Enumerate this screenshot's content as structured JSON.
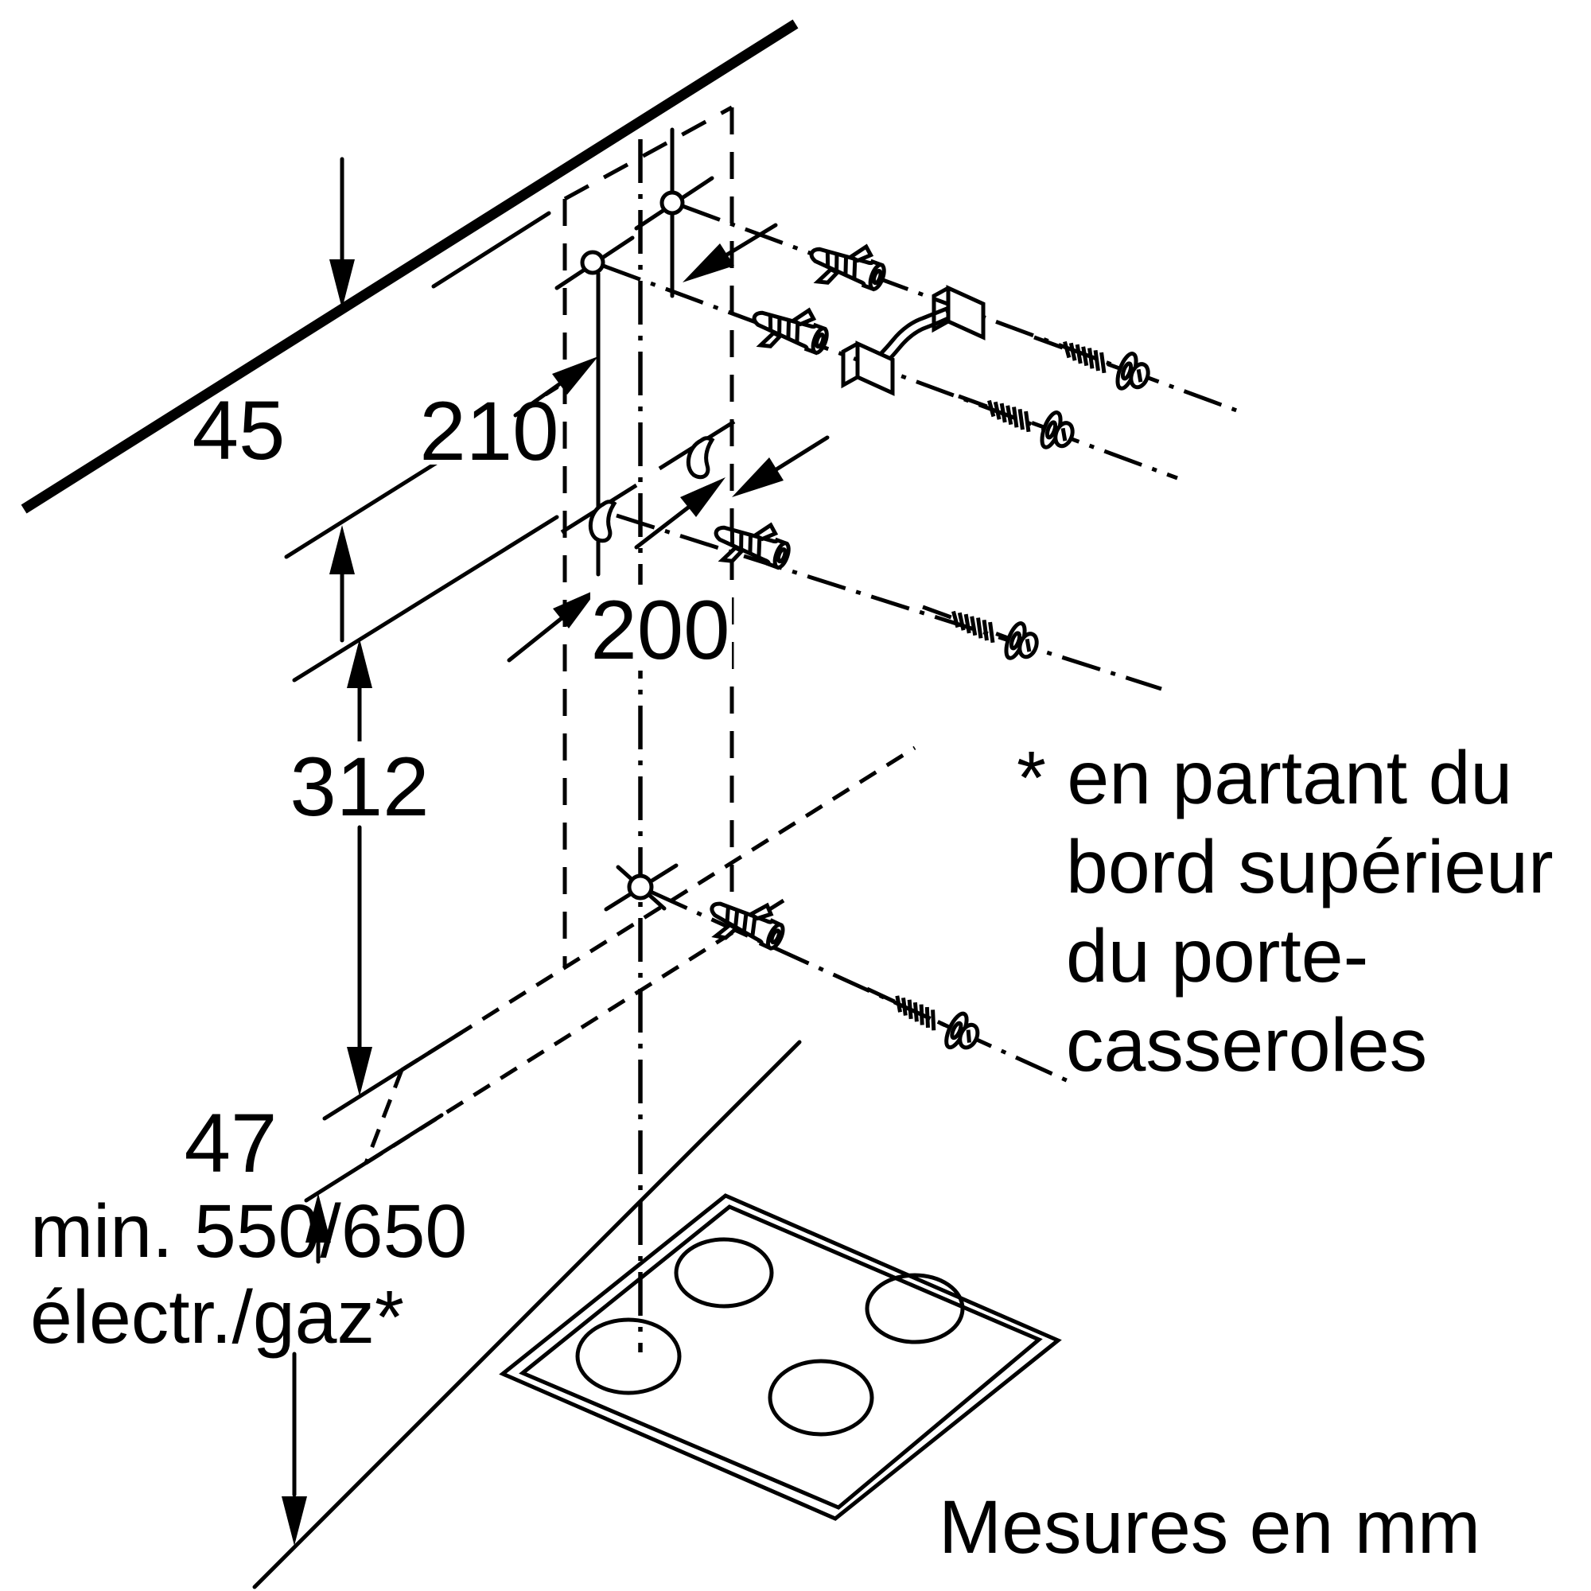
{
  "diagram": {
    "kind": "appliance installation drawing",
    "subject": "wall-mounted chimney hood mounting dimensions over a cooktop",
    "background_color": "#ffffff",
    "line_color": "#000000",
    "dimensions": {
      "ceiling_gap": "45",
      "upper_hole_offset": "210",
      "duct_width": "200",
      "bracket_to_hood_bottom": "312",
      "hood_lip": "47",
      "hob_clearance_line1": "min. 550/650",
      "hob_clearance_line2": "électr./gaz*"
    },
    "footnote": {
      "line1": "* en partant du",
      "line2": "bord supérieur",
      "line3": "du porte-",
      "line4": "casseroles"
    },
    "caption": "Mesures en mm",
    "icons": {
      "wall_anchor": "wall-anchor-icon",
      "screw_with_washer": "screw-icon",
      "mounting_bracket": "mounting-bracket-icon",
      "hanging_screw": "hook-screw-icon",
      "drill_hole": "drill-hole-icon",
      "center_axis": "center-line",
      "cooktop": "cooktop-icon",
      "burner": "burner-icon"
    }
  }
}
